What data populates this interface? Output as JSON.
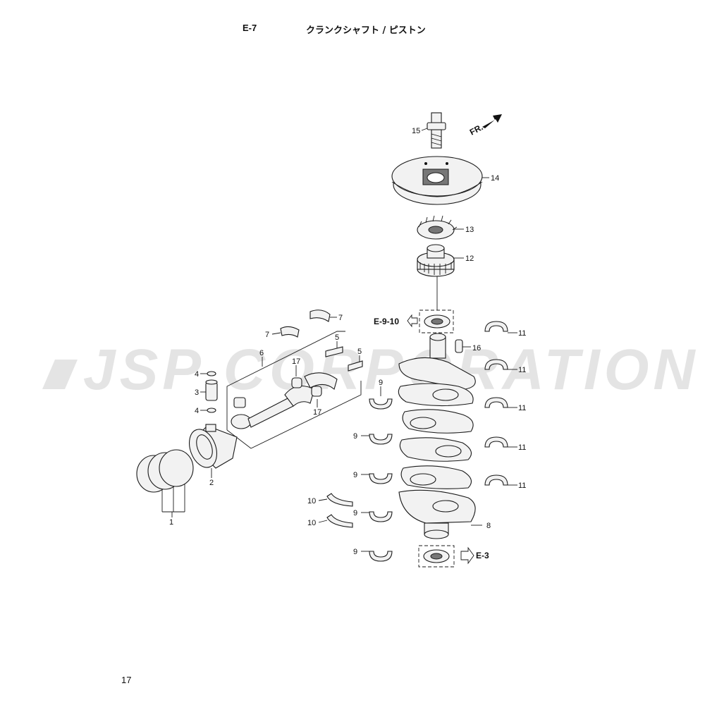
{
  "header": {
    "section_code": "E-7",
    "section_title": "クランクシャフト / ピストン"
  },
  "footer": {
    "page_number": "17"
  },
  "watermark": {
    "text": "JSP CORPORATION",
    "color": "#e4e4e4"
  },
  "direction_marker": {
    "label": "FR."
  },
  "references": {
    "upper": "E-9-10",
    "lower": "E-3"
  },
  "callouts": {
    "c1": "1",
    "c2": "2",
    "c3": "3",
    "c4a": "4",
    "c4b": "4",
    "c5a": "5",
    "c5b": "5",
    "c6": "6",
    "c7a": "7",
    "c7b": "7",
    "c8": "8",
    "c9a": "9",
    "c9b": "9",
    "c9c": "9",
    "c9d": "9",
    "c9e": "9",
    "c10a": "10",
    "c10b": "10",
    "c11a": "11",
    "c11b": "11",
    "c11c": "11",
    "c11d": "11",
    "c11e": "11",
    "c12": "12",
    "c13": "13",
    "c14": "14",
    "c15": "15",
    "c16": "16",
    "c17a": "17",
    "c17b": "17"
  }
}
